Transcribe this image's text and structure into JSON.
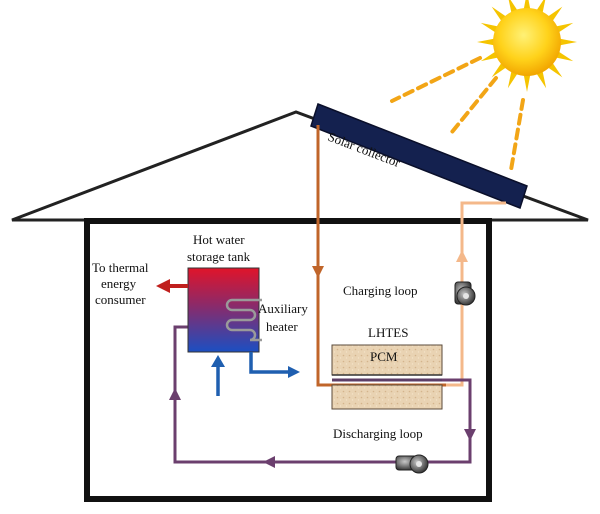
{
  "labels": {
    "solar_collector": "Solar collector",
    "tank_line1": "Hot water",
    "tank_line2": "storage tank",
    "consumer_line1": "To thermal",
    "consumer_line2": "energy",
    "consumer_line3": "consumer",
    "heater_line1": "Auxiliary",
    "heater_line2": "heater",
    "charging_loop": "Charging loop",
    "lhtes": "LHTES",
    "pcm": "PCM",
    "discharging_loop": "Discharging loop"
  },
  "colors": {
    "charging_supply": "#c0652a",
    "charging_return": "#f4b88a",
    "discharging_loop": "#6b3f6e",
    "cold_water": "#1f5fb0",
    "consumer_arrow": "#c0201e",
    "collector": "#13204f",
    "sun": "#f7c300",
    "sun_rays": "#f2a516",
    "pcm": "#e6cfae"
  },
  "icons": [
    "sun-icon",
    "pump-icon",
    "heating-coil-icon"
  ]
}
